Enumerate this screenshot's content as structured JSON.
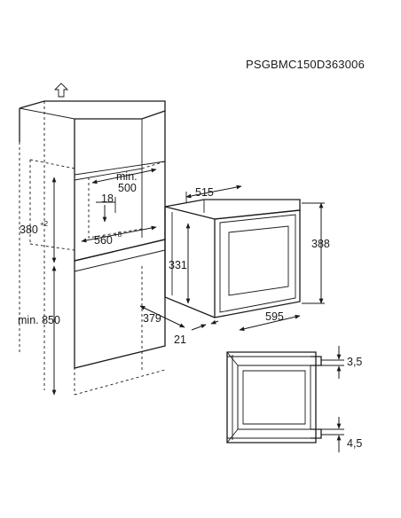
{
  "model_code": "PSGBMC150D363006",
  "icons": {
    "up_arrow": "up-arrow-icon"
  },
  "dimensions": {
    "cabinet_depth_min": {
      "line1": "min.",
      "line2": "500"
    },
    "gap_top": "18",
    "niche_height": {
      "value": "380",
      "tolerance": "+2"
    },
    "niche_width": {
      "value": "560",
      "tolerance": "+8"
    },
    "floor_height_min": "min. 850",
    "oven_depth": "515",
    "oven_height": "388",
    "oven_body_height": "331",
    "oven_body_depth": "379",
    "oven_width": "595",
    "front_thickness": "21",
    "detail_top": "3,5",
    "detail_bottom": "4,5"
  }
}
